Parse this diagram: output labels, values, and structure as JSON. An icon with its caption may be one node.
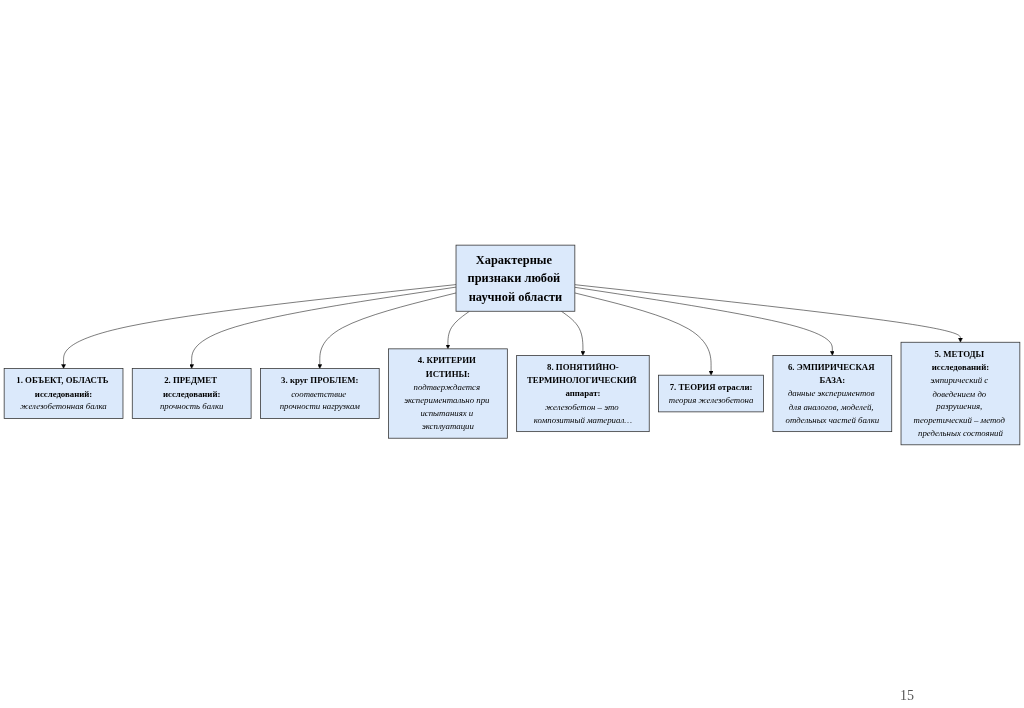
{
  "diagram": {
    "nodes": [
      {
        "text": [
          "Характерные признаки любой научной области"
        ]
      },
      {
        "text": [
          "1. ОБЪЕКТ, ОБЛАСТЬ исследований:",
          "железобетонная балка"
        ]
      },
      {
        "text": [
          "2. ПРЕДМЕТ исследований:",
          "прочность балки"
        ]
      },
      {
        "text": [
          "3. круг ПРОБЛЕМ:",
          "соответствие прочности нагрузкам"
        ]
      },
      {
        "text": [
          "4. КРИТЕРИИ ИСТИНЫ:",
          "подтверждается экспериментально при испытаниях и эксплуатации"
        ]
      },
      {
        "text": [
          "8. ПОНЯТИЙНО-ТЕРМИНОЛОГИЧЕСКИЙ аппарат:",
          "железобетон – это композитный материал…"
        ]
      },
      {
        "text": [
          "7. ТЕОРИЯ отрасли:",
          "теория железобетона"
        ]
      },
      {
        "text": [
          "6. ЭМПИРИЧЕСКАЯ БАЗА:",
          "данные экспериментов для аналогов, моделей, отдельных частей балки"
        ]
      },
      {
        "text": [
          "5. МЕТОДЫ исследований:",
          "эмпирический с доведением до разрушения, теоретический – метод предельных состояний"
        ]
      }
    ],
    "edges": [
      {
        "from": 0,
        "to": 1,
        "arrow": "to"
      },
      {
        "from": 0,
        "to": 2,
        "arrow": "to"
      },
      {
        "from": 0,
        "to": 3,
        "arrow": "to"
      },
      {
        "from": 0,
        "to": 4,
        "arrow": "to"
      },
      {
        "from": 0,
        "to": 5,
        "arrow": "to"
      },
      {
        "from": 0,
        "to": 6,
        "arrow": "to"
      },
      {
        "from": 0,
        "to": 7,
        "arrow": "to"
      },
      {
        "from": 0,
        "to": 8,
        "arrow": "to"
      }
    ],
    "labels": [
      "15"
    ]
  }
}
